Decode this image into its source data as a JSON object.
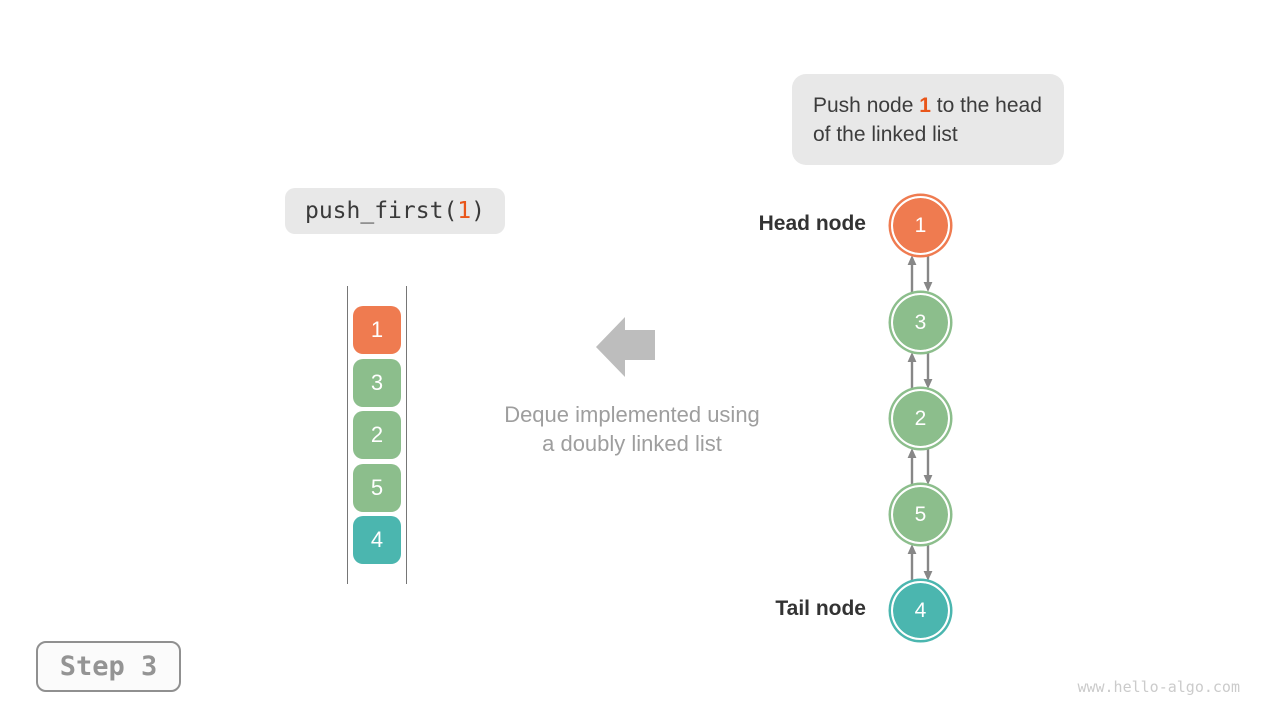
{
  "instruction_box": {
    "text_prefix": "Push node ",
    "highlight": "1",
    "text_suffix": " to the head of the linked list"
  },
  "code_call": {
    "prefix": "push_first(",
    "arg": "1",
    "suffix": ")"
  },
  "deque_stack": {
    "items": [
      {
        "value": "1",
        "color": "orange"
      },
      {
        "value": "3",
        "color": "green"
      },
      {
        "value": "2",
        "color": "green"
      },
      {
        "value": "5",
        "color": "green"
      },
      {
        "value": "4",
        "color": "teal"
      }
    ],
    "caption_line1": "Deque implemented using",
    "caption_line2": "a doubly linked list"
  },
  "linked_list": {
    "head_label": "Head node",
    "tail_label": "Tail node",
    "nodes": [
      {
        "value": "1",
        "color": "orange",
        "role": "head"
      },
      {
        "value": "3",
        "color": "green"
      },
      {
        "value": "2",
        "color": "green"
      },
      {
        "value": "5",
        "color": "green"
      },
      {
        "value": "4",
        "color": "teal",
        "role": "tail"
      }
    ]
  },
  "step_badge": {
    "label": "Step 3"
  },
  "watermark": "www.hello-algo.com",
  "colors": {
    "node_orange": "#EF7B50",
    "node_green": "#8CBE8C",
    "node_teal": "#4BB6AF",
    "highlight_orange": "#E9561A",
    "callout_gray": "#E8E8E8",
    "small_arrow_gray": "#878787",
    "big_arrow_gray": "#BDBDBD",
    "muted_text_gray": "#9E9E9E",
    "label_dark": "#333333"
  }
}
